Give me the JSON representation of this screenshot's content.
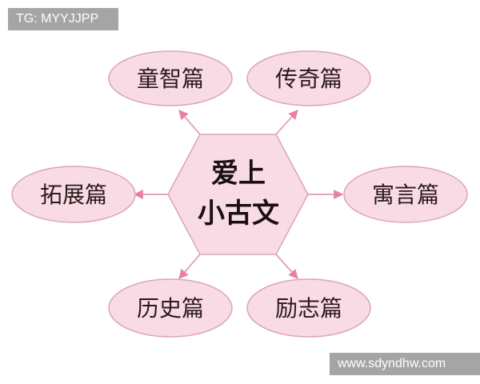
{
  "watermark_top": "TG: MYYJJPP",
  "watermark_bottom": "www.sdyndhw.com",
  "center": {
    "line1": "爱上",
    "line2": "小古文"
  },
  "nodes": {
    "top_left": "童智篇",
    "top_right": "传奇篇",
    "left": "拓展篇",
    "right": "寓言篇",
    "bottom_left": "历史篇",
    "bottom_right": "励志篇"
  },
  "colors": {
    "fill": "#f9dbe6",
    "stroke": "#d9a5b8",
    "arrow": "#e97fa6",
    "badge": "#a5a5a5"
  }
}
